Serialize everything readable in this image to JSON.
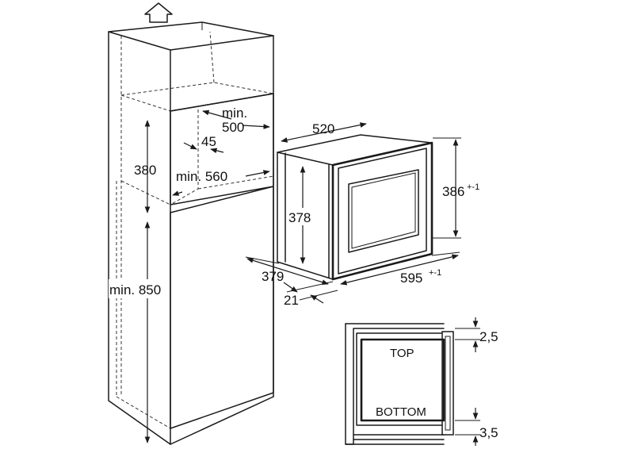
{
  "dimensions": {
    "min500_line1": "min.",
    "min500_line2": "500",
    "d45": "45",
    "d380": "380",
    "min560": "min. 560",
    "min850": "min. 850",
    "d520": "520",
    "d386": "386",
    "d386_sup": "+-1",
    "d378": "378",
    "d379": "379",
    "d595": "595",
    "d595_sup": "+-1",
    "d21": "21",
    "d2_5": "2,5",
    "d3_5": "3,5"
  },
  "labels": {
    "top": "TOP",
    "bottom": "BOTTOM"
  },
  "icons": {
    "up": "up-arrow-icon"
  }
}
